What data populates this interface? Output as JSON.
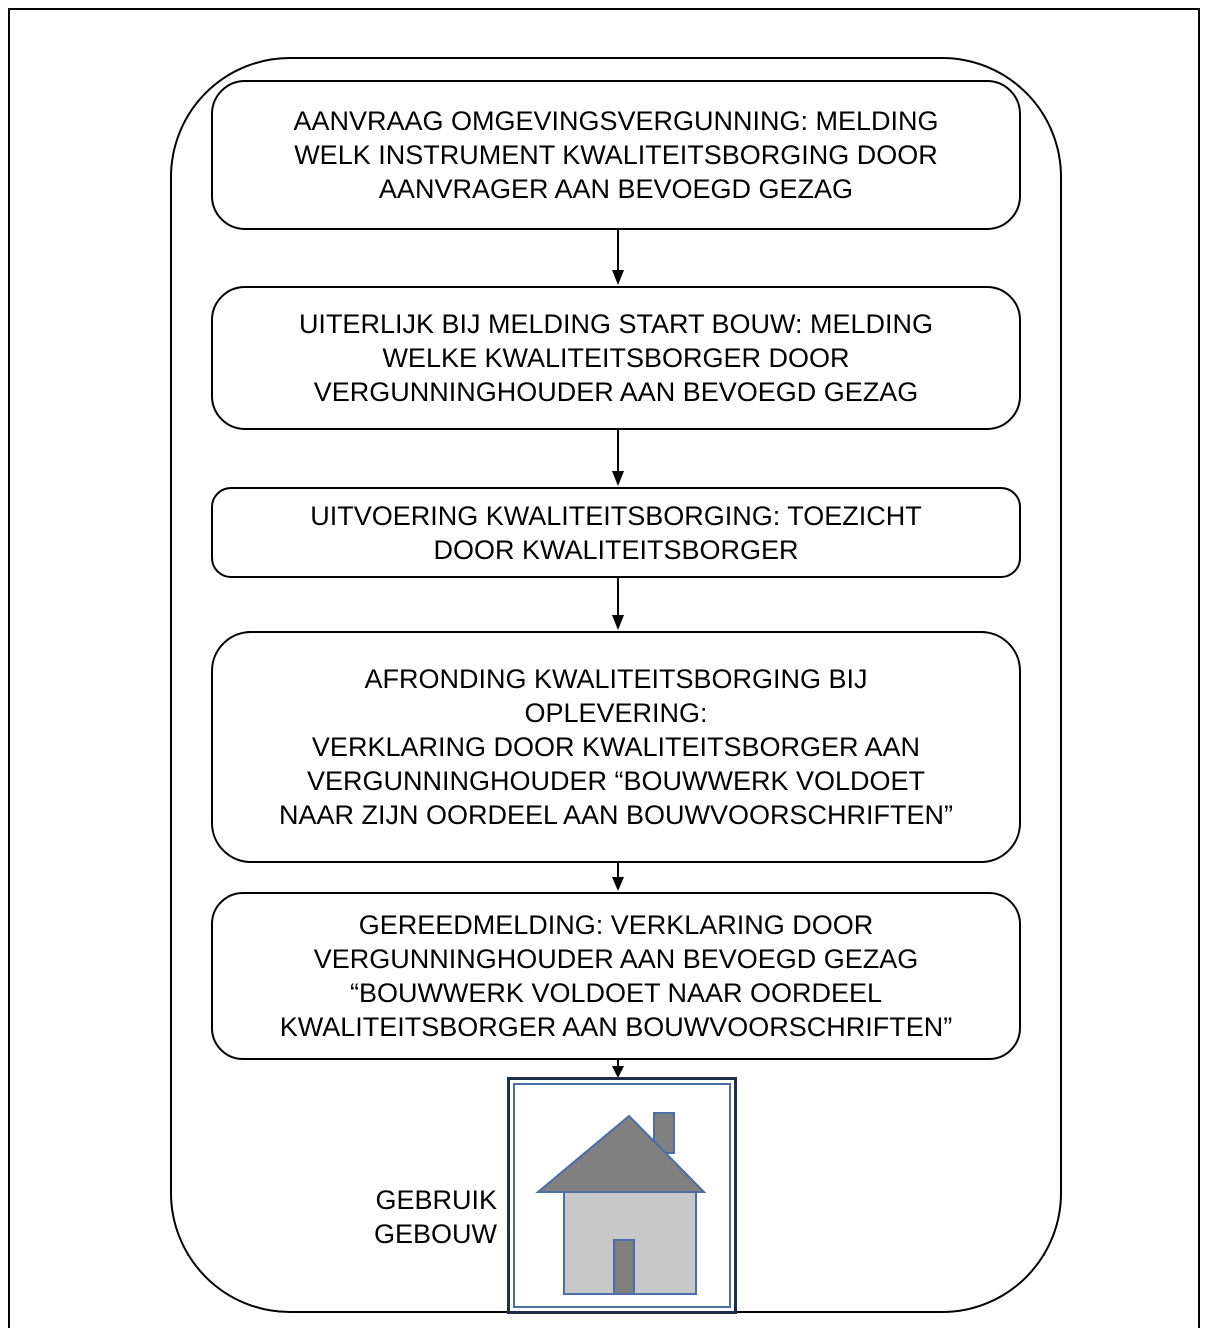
{
  "steps": [
    {
      "text": "AANVRAAG OMGEVINGSVERGUNNING: MELDING\nWELK INSTRUMENT KWALITEITSBORGING DOOR\nAANVRAGER AAN BEVOEGD GEZAG"
    },
    {
      "text": "UITERLIJK BIJ MELDING START BOUW: MELDING\nWELKE KWALITEITSBORGER DOOR\nVERGUNNINGHOUDER AAN BEVOEGD GEZAG"
    },
    {
      "text": "UITVOERING KWALITEITSBORGING: TOEZICHT\nDOOR KWALITEITSBORGER"
    },
    {
      "text": "AFRONDING KWALITEITSBORGING BIJ\nOPLEVERING:\nVERKLARING DOOR KWALITEITSBORGER AAN\nVERGUNNINGHOUDER “BOUWWERK VOLDOET\nNAAR ZIJN OORDEEL AAN BOUWVOORSCHRIFTEN”"
    },
    {
      "text": "GEREEDMELDING: VERKLARING DOOR\nVERGUNNINGHOUDER AAN BEVOEGD GEZAG\n“BOUWWERK VOLDOET NAAR OORDEEL\nKWALITEITSBORGER AAN BOUWVOORSCHRIFTEN”"
    }
  ],
  "final_label": "GEBRUIK\nGEBOUW",
  "icon": "house-icon",
  "colors": {
    "roof": "#808080",
    "wall": "#c8c8c8",
    "door": "#808080",
    "house_outline": "#4a6ea8",
    "frame_outer": "#1f2f4a"
  }
}
